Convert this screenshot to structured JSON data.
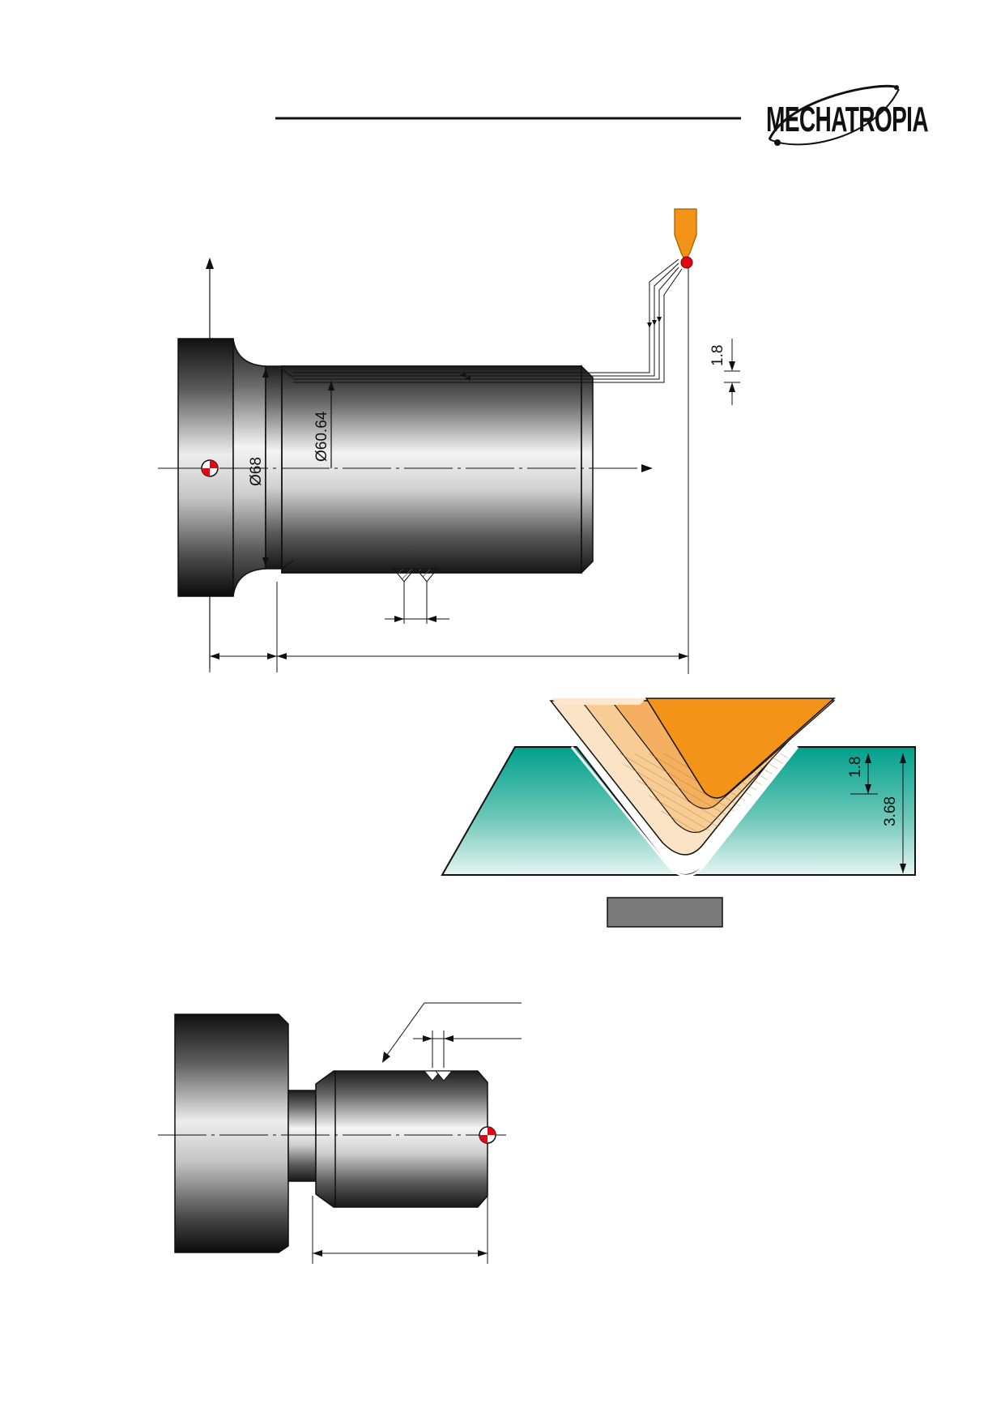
{
  "logo": {
    "text": "MECHATROPIA"
  },
  "diagram1": {
    "dims": {
      "outer_diameter": "Ø68",
      "inner_diameter": "Ø60.64",
      "first_pass_depth": "1.8"
    }
  },
  "diagram2": {
    "dims": {
      "first_pass_depth": "1.8",
      "total_depth": "3.68"
    }
  },
  "colors": {
    "tool": "#f39418",
    "coolant_top": "#00a08c",
    "coolant_bottom": "#e6f5f2",
    "datum_red": "#e30613",
    "part_dark": "#222222",
    "part_light": "#f2f2f2",
    "label_box": "#7a7a7a"
  },
  "icons": {
    "datum": "datum-target-icon",
    "tool": "lathe-tool-icon",
    "logo": "orbit-logo-icon"
  }
}
